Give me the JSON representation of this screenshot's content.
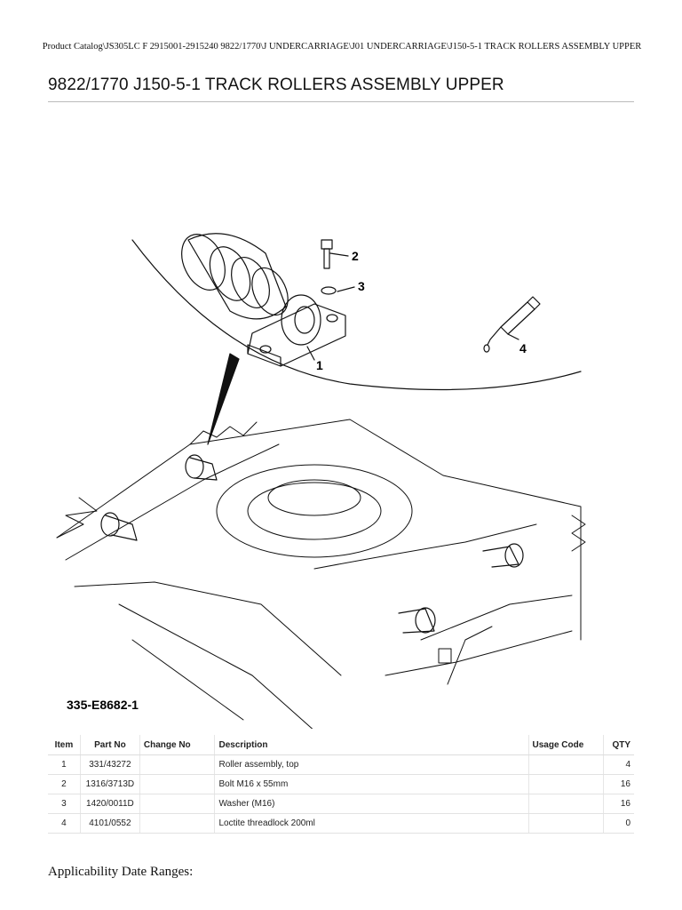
{
  "breadcrumb": "Product Catalog\\JS305LC F 2915001-2915240 9822/1770\\J UNDERCARRIAGE\\J01 UNDERCARRIAGE\\J150-5-1 TRACK ROLLERS ASSEMBLY UPPER",
  "title": "9822/1770 J150-5-1 TRACK ROLLERS ASSEMBLY UPPER",
  "diagram": {
    "drawing_number": "335-E8682-1",
    "callouts": [
      "1",
      "2",
      "3",
      "4"
    ]
  },
  "table": {
    "headers": [
      "Item",
      "Part No",
      "Change No",
      "Description",
      "Usage Code",
      "QTY"
    ],
    "rows": [
      {
        "item": "1",
        "part_no": "331/43272",
        "change_no": "",
        "description": "Roller assembly, top",
        "usage_code": "",
        "qty": "4"
      },
      {
        "item": "2",
        "part_no": "1316/3713D",
        "change_no": "",
        "description": "Bolt M16 x 55mm",
        "usage_code": "",
        "qty": "16"
      },
      {
        "item": "3",
        "part_no": "1420/0011D",
        "change_no": "",
        "description": "Washer (M16)",
        "usage_code": "",
        "qty": "16"
      },
      {
        "item": "4",
        "part_no": "4101/0552",
        "change_no": "",
        "description": "Loctite threadlock 200ml",
        "usage_code": "",
        "qty": "0"
      }
    ]
  },
  "footer": "Applicability Date Ranges:"
}
